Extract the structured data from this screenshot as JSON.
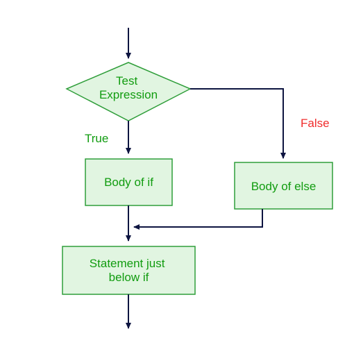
{
  "nodes": {
    "decision": {
      "line1": "Test",
      "line2": "Expression"
    },
    "if_body": "Body of if",
    "else_body": "Body of else",
    "after": {
      "line1": "Statement just",
      "line2": "below if"
    }
  },
  "branches": {
    "true_label": "True",
    "false_label": "False"
  },
  "colors": {
    "node_fill": "#e1f5e1",
    "node_border": "#2f9e3a",
    "node_text": "#119c10",
    "arrow": "#0d1440",
    "true_label": "#119c10",
    "false_label": "#f02b2b"
  }
}
